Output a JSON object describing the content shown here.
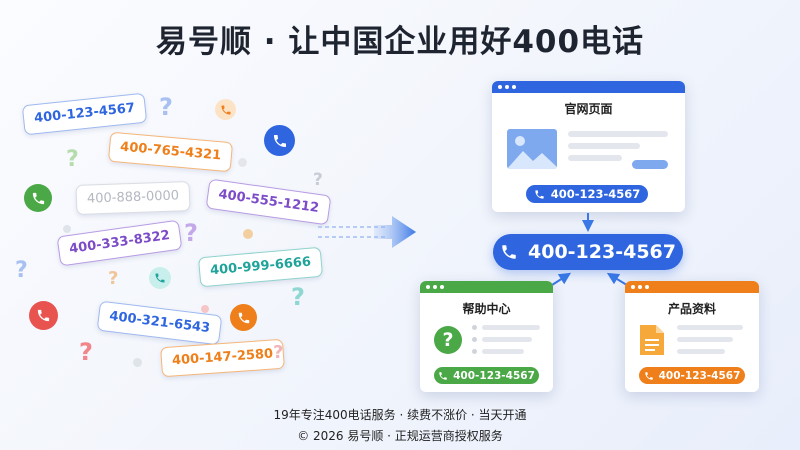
{
  "title": "易号顺 · 让中国企业用好400电话",
  "scattered_numbers": [
    {
      "text": "400-123-4567",
      "color": "#2f66df"
    },
    {
      "text": "400-765-4321",
      "color": "#ee7f1a"
    },
    {
      "text": "400-888-0000",
      "color": "#b4b8c0"
    },
    {
      "text": "400-555-1212",
      "color": "#7b4bc8"
    },
    {
      "text": "400-333-8322",
      "color": "#7b4bc8"
    },
    {
      "text": "400-999-6666",
      "color": "#20a39a"
    },
    {
      "text": "400-321-6543",
      "color": "#2f66df"
    },
    {
      "text": "400-147-2580",
      "color": "#ee7f1a"
    }
  ],
  "main_number": "400-123-4567",
  "channels": {
    "website": {
      "title": "官网页面",
      "number": "400-123-4567",
      "color": "#2f66df"
    },
    "help": {
      "title": "帮助中心",
      "number": "400-123-4567",
      "color": "#4aa846"
    },
    "product": {
      "title": "产品资料",
      "number": "400-123-4567",
      "color": "#ee7f1a"
    }
  },
  "footer": {
    "line1": "19年专注400电话服务 · 续费不涨价 · 当天开通",
    "line2": "© 2026 易号顺 · 正规运营商授权服务"
  },
  "icons": [
    "phone-icon",
    "question-mark-icon",
    "image-icon",
    "document-icon",
    "arrow-icon"
  ]
}
